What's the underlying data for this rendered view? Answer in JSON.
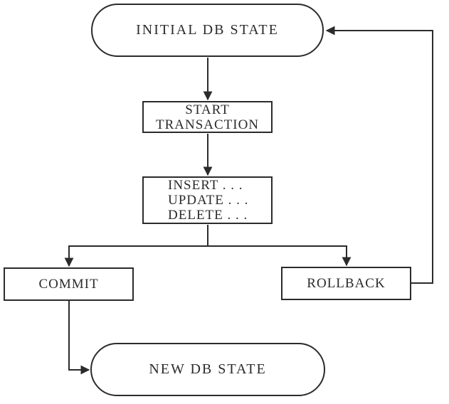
{
  "diagram": {
    "background": "#ffffff",
    "line_color": "#2b2b2b",
    "text_color": "#2b2b2b",
    "nodes": {
      "initial_db_state": {
        "label": "INITIAL DB STATE",
        "shape": "stadium"
      },
      "start_transaction": {
        "line1": "START",
        "line2": "TRANSACTION",
        "shape": "rect"
      },
      "dml_statements": {
        "line1": "INSERT . . .",
        "line2": "UPDATE . . .",
        "line3": "DELETE . . .",
        "shape": "rect"
      },
      "commit": {
        "label": "COMMIT",
        "shape": "rect"
      },
      "rollback": {
        "label": "ROLLBACK",
        "shape": "rect"
      },
      "new_db_state": {
        "label": "NEW DB STATE",
        "shape": "stadium"
      }
    },
    "edges": [
      {
        "from": "initial_db_state",
        "to": "start_transaction"
      },
      {
        "from": "start_transaction",
        "to": "dml_statements"
      },
      {
        "from": "dml_statements",
        "to": "commit"
      },
      {
        "from": "dml_statements",
        "to": "rollback"
      },
      {
        "from": "commit",
        "to": "new_db_state"
      },
      {
        "from": "rollback",
        "to": "initial_db_state"
      }
    ]
  }
}
